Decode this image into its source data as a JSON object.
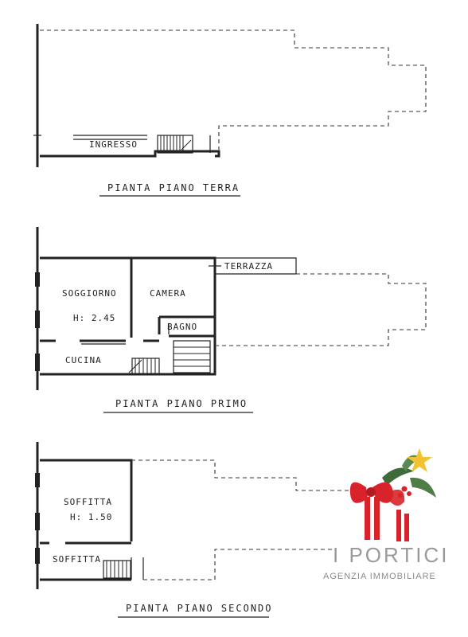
{
  "floors": [
    {
      "title": "PIANTA PIANO TERRA",
      "rooms": [
        "INGRESSO"
      ]
    },
    {
      "title": "PIANTA PIANO PRIMO",
      "rooms": [
        "SOGGIORNO",
        "H: 2.45",
        "CAMERA",
        "BAGNO",
        "CUCINA",
        "TERRAZZA"
      ]
    },
    {
      "title": "PIANTA PIANO SECONDO",
      "rooms": [
        "SOFFITTA",
        "H: 1.50",
        "SOFFITTA"
      ]
    }
  ],
  "logo": {
    "name": "I PORTICI",
    "tagline": "AGENZIA IMMOBILIARE",
    "colors": {
      "bow": "#d8232a",
      "star": "#f2c230",
      "leaves": "#3f6b3a",
      "text": "#9a9a9a"
    }
  }
}
